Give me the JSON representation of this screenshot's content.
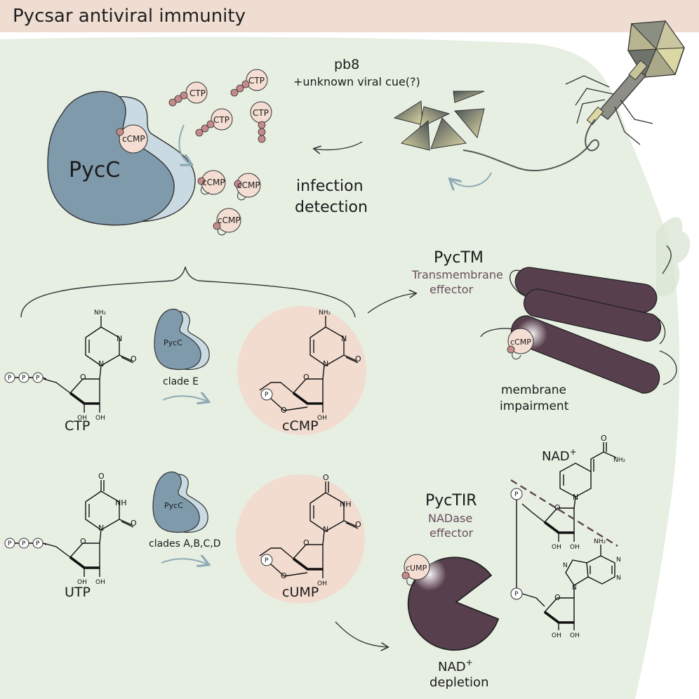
{
  "title": "Pycsar antiviral immunity",
  "labels": {
    "pycc_large": "PycC",
    "pycc_small": "PycC",
    "ctp": "CTP",
    "ccmp": "cCMP",
    "cump": "cUMP",
    "utp": "UTP",
    "pb8": "pb8",
    "viral_cue": "+unknown viral cue(?)",
    "infection_line1": "infection",
    "infection_line2": "detection",
    "pyctm": "PycTM",
    "pyctm_desc1": "Transmembrane",
    "pyctm_desc2": "effector",
    "membrane_line1": "membrane",
    "membrane_line2": "impairment",
    "clade_e": "clade E",
    "clades_abcd": "clades A,B,C,D",
    "pyctir": "PycTIR",
    "pyctir_desc1": "NADase",
    "pyctir_desc2": "effector",
    "nad": "NAD",
    "nad_sup": "+",
    "nad_depletion_nad": "NAD",
    "nad_depletion_sup": "+",
    "depletion": "depletion"
  },
  "chem": {
    "nh2": "NH₂",
    "n": "N",
    "o": "O",
    "oh": "OH",
    "nh": "NH",
    "p": "P",
    "n_plus": "N"
  },
  "colors": {
    "cell_fill": "#e6efe2",
    "title_bar": "#efddd2",
    "pycc_fill": "#7f9aab",
    "pycc_back": "#c9dae2",
    "nucleotide_fill": "#f4ddd2",
    "phosphate_fill": "#c58a8a",
    "highlight_circle": "#f2dcd0",
    "effector_fill": "#583f4d",
    "pb8_dark": "#4a5055",
    "pb8_light": "#dcd8a4",
    "arrow_blue": "#8eaab5"
  }
}
